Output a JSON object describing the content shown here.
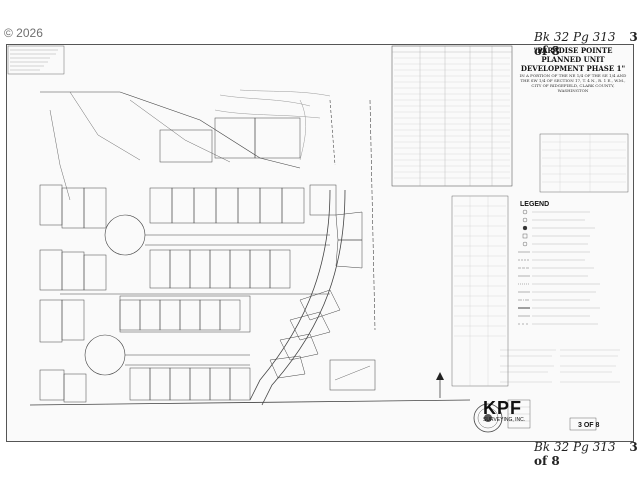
{
  "watermark": "© 2026",
  "annotation_top": {
    "book": "Bk 32",
    "page": "Pg 313",
    "sheet": "3 of 8"
  },
  "annotation_bottom": {
    "book": "Bk 32",
    "page": "Pg 313",
    "sheet": "3 of 8"
  },
  "title_block": {
    "title": "\"PARADISE POINTE PLANNED UNIT DEVELOPMENT PHASE 1\"",
    "subtitle": "IN A PORTION OF THE NE 1/4 OF THE SE 1/4 AND THE SW 1/4 OF SECTION 17, T. 4 N., R. 1 E., W.M., CITY OF RIDGEFIELD, CLARK COUNTY, WASHINGTON"
  },
  "legend": {
    "title": "LEGEND"
  },
  "surveyor": {
    "name": "KPF",
    "tagline": "SURVEYING, INC."
  },
  "sheet_number": "3 OF 8",
  "colors": {
    "ink": "#222222",
    "paper": "#fafafa",
    "line": "#444444"
  }
}
